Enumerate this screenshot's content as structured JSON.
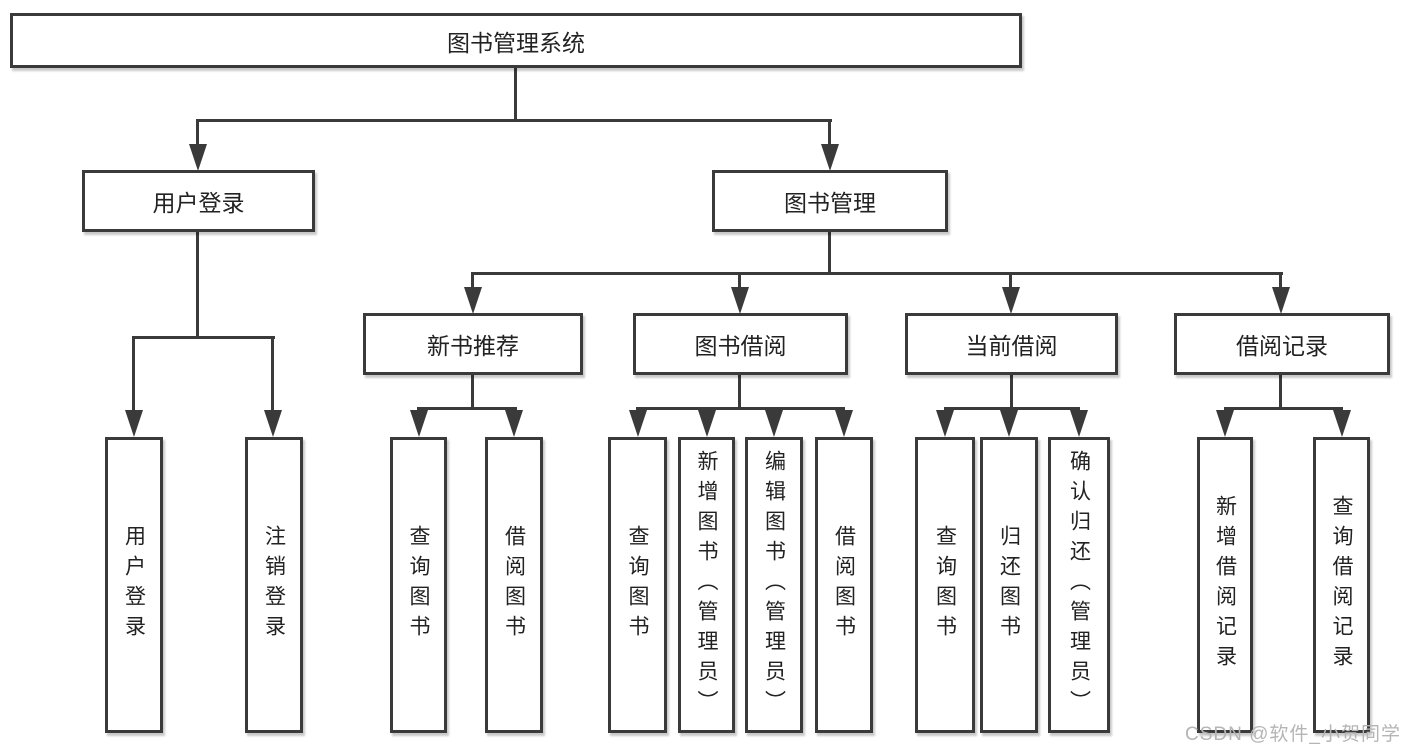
{
  "diagram": {
    "type": "hierarchy-tree",
    "root": {
      "label": "图书管理系统",
      "children": [
        {
          "label": "用户登录",
          "children": [
            {
              "label": "用户登录"
            },
            {
              "label": "注销登录"
            }
          ]
        },
        {
          "label": "图书管理",
          "children": [
            {
              "label": "新书推荐",
              "children": [
                {
                  "label": "查询图书"
                },
                {
                  "label": "借阅图书"
                }
              ]
            },
            {
              "label": "图书借阅",
              "children": [
                {
                  "label": "查询图书"
                },
                {
                  "label": "新增图书（管理员）"
                },
                {
                  "label": "编辑图书（管理员）"
                },
                {
                  "label": "借阅图书"
                }
              ]
            },
            {
              "label": "当前借阅",
              "children": [
                {
                  "label": "查询图书"
                },
                {
                  "label": "归还图书"
                },
                {
                  "label": "确认归还（管理员）"
                }
              ]
            },
            {
              "label": "借阅记录",
              "children": [
                {
                  "label": "新增借阅记录"
                },
                {
                  "label": "查询借阅记录"
                }
              ]
            }
          ]
        }
      ]
    }
  },
  "watermark": {
    "text": "CSDN @软件_小贺同学"
  },
  "colors": {
    "background": "#ffffff",
    "line": "#3a3a3a",
    "border": "#3a3a3a",
    "text": "#222222",
    "watermark": "#b5b5b5"
  }
}
